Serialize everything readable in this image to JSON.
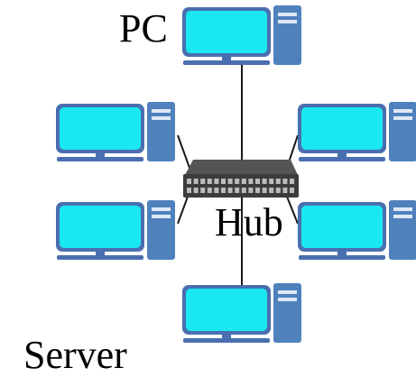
{
  "labels": {
    "pc": "PC",
    "hub": "Hub",
    "server": "Server"
  },
  "nodes": [
    {
      "id": "pc-top",
      "icon": "desktop-computer-icon"
    },
    {
      "id": "pc-upper-left",
      "icon": "desktop-computer-icon"
    },
    {
      "id": "pc-upper-right",
      "icon": "desktop-computer-icon"
    },
    {
      "id": "pc-lower-left",
      "icon": "desktop-computer-icon"
    },
    {
      "id": "pc-lower-right",
      "icon": "desktop-computer-icon"
    },
    {
      "id": "server-bottom",
      "icon": "desktop-computer-icon"
    }
  ],
  "hub": {
    "icon": "network-hub-icon"
  },
  "colors": {
    "screen": "#1ae8f0",
    "frame": "#4a6fb0",
    "tower": "#4f81bd",
    "hub": "#3c3c3c",
    "cable": "#1a1a1a"
  }
}
